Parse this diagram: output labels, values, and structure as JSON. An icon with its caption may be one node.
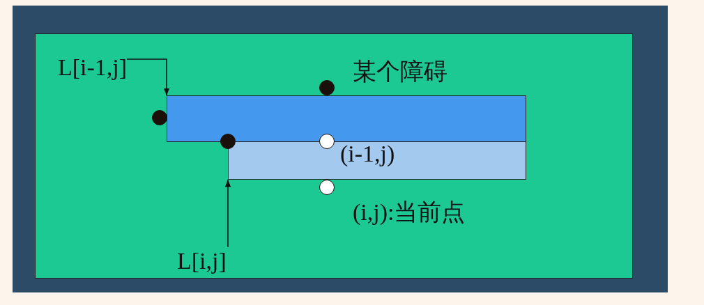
{
  "diagram": {
    "nodes": [
      {
        "text": [],
        "shape": "box"
      },
      {
        "text": [],
        "shape": "bar",
        "in": 0
      },
      {
        "text": [],
        "shape": "bar",
        "in": 0
      },
      {
        "text": [
          "L[i-1,j]"
        ],
        "in": 0
      },
      {
        "text": [
          "L[i,j]"
        ],
        "in": 0
      },
      {
        "text": [],
        "shape": "circle",
        "in": 0
      },
      {
        "text": [],
        "shape": "circle",
        "in": 0,
        "beside": [
          "某个障碍"
        ]
      },
      {
        "text": [],
        "shape": "circle",
        "in": 0
      },
      {
        "text": [],
        "shape": "circle",
        "in": 0,
        "beside": [
          "(i-1,j)"
        ]
      },
      {
        "text": [],
        "shape": "circle",
        "in": 0,
        "beside": [
          "(i,j):当前点"
        ]
      }
    ],
    "edges": [
      {
        "from": 3,
        "to": 1,
        "arrow": "to"
      },
      {
        "from": 4,
        "to": 2,
        "arrow": "to"
      }
    ]
  }
}
